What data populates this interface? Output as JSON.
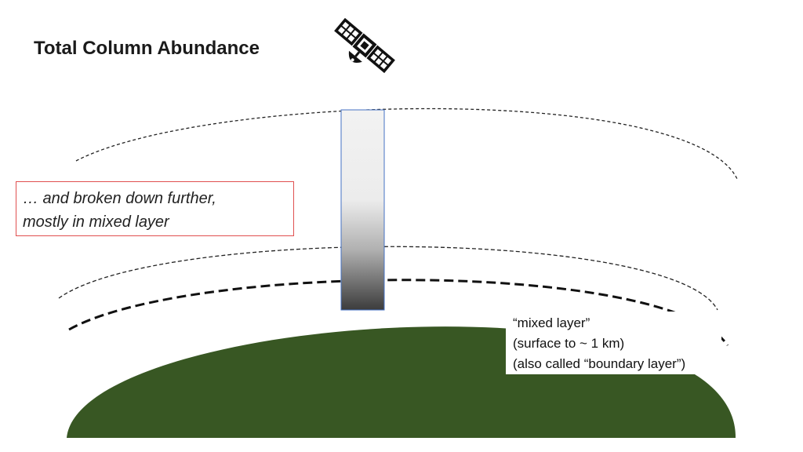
{
  "title": "Total Column Abundance",
  "icons": {
    "satellite": "satellite-icon"
  },
  "colors": {
    "ground": "#385723",
    "column_top": "#f2f2f2",
    "column_bottom": "#3c3c3c",
    "column_border": "#4472c4",
    "callout_border": "#e05050"
  },
  "callout_broken_down": {
    "line1": "… and broken down further,",
    "line2": "mostly in mixed layer"
  },
  "callout_mixed_layer": {
    "line1": "“mixed layer”",
    "line2": "(surface to ~ 1 km)",
    "line3": "(also called “boundary layer”)"
  }
}
